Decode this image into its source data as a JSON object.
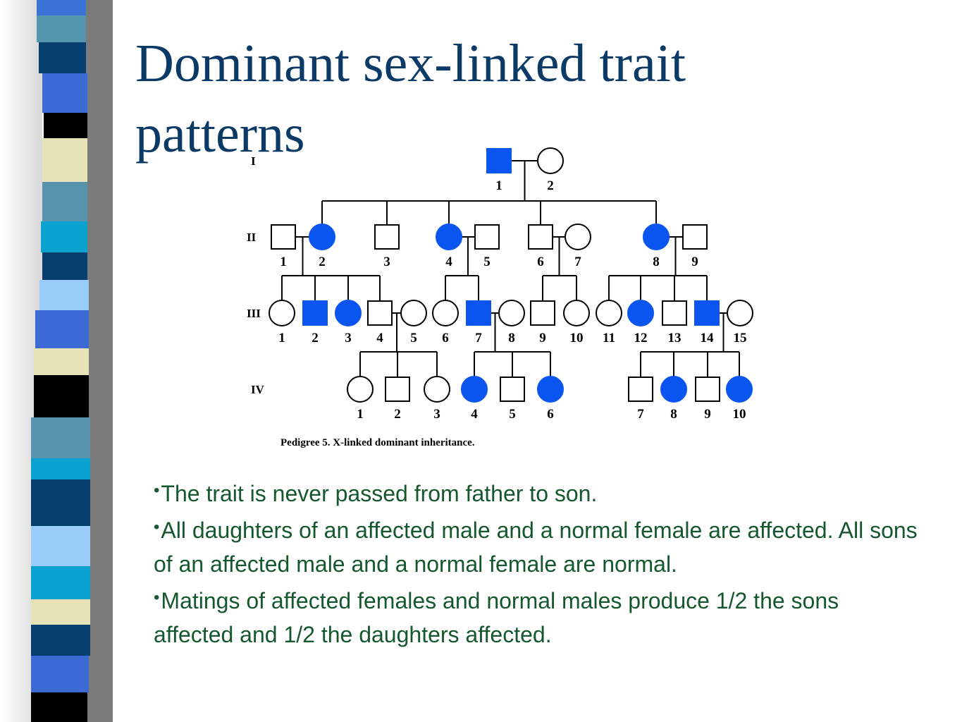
{
  "slide": {
    "title": "Dominant sex-linked trait patterns",
    "bullets": [
      "The trait is never passed from father to son.",
      "All daughters of an affected male and a normal female are affected. All sons of an affected male and a normal female are normal.",
      "Matings of affected females and normal males produce 1/2 the sons affected and 1/2 the daughters affected."
    ],
    "bullet_glyph": "•"
  },
  "pedigree": {
    "caption": "Pedigree 5. X-linked dominant inheritance.",
    "affected_color": "#0a55f0",
    "generations": [
      "I",
      "II",
      "III",
      "IV"
    ],
    "individuals": {
      "I": [
        {
          "id": "1",
          "sex": "male",
          "affected": true
        },
        {
          "id": "2",
          "sex": "female",
          "affected": false
        }
      ],
      "II": [
        {
          "id": "1",
          "sex": "male",
          "affected": false
        },
        {
          "id": "2",
          "sex": "female",
          "affected": true
        },
        {
          "id": "3",
          "sex": "male",
          "affected": false
        },
        {
          "id": "4",
          "sex": "female",
          "affected": true
        },
        {
          "id": "5",
          "sex": "male",
          "affected": false
        },
        {
          "id": "6",
          "sex": "male",
          "affected": false
        },
        {
          "id": "7",
          "sex": "female",
          "affected": false
        },
        {
          "id": "8",
          "sex": "female",
          "affected": true
        },
        {
          "id": "9",
          "sex": "male",
          "affected": false
        }
      ],
      "III": [
        {
          "id": "1",
          "sex": "female",
          "affected": false
        },
        {
          "id": "2",
          "sex": "male",
          "affected": true
        },
        {
          "id": "3",
          "sex": "female",
          "affected": true
        },
        {
          "id": "4",
          "sex": "male",
          "affected": false
        },
        {
          "id": "5",
          "sex": "female",
          "affected": false
        },
        {
          "id": "6",
          "sex": "female",
          "affected": false
        },
        {
          "id": "7",
          "sex": "male",
          "affected": true
        },
        {
          "id": "8",
          "sex": "female",
          "affected": false
        },
        {
          "id": "9",
          "sex": "male",
          "affected": false
        },
        {
          "id": "10",
          "sex": "female",
          "affected": false
        },
        {
          "id": "11",
          "sex": "female",
          "affected": false
        },
        {
          "id": "12",
          "sex": "female",
          "affected": true
        },
        {
          "id": "13",
          "sex": "male",
          "affected": false
        },
        {
          "id": "14",
          "sex": "male",
          "affected": true
        },
        {
          "id": "15",
          "sex": "female",
          "affected": false
        }
      ],
      "IV": [
        {
          "id": "1",
          "sex": "female",
          "affected": false
        },
        {
          "id": "2",
          "sex": "male",
          "affected": false
        },
        {
          "id": "3",
          "sex": "female",
          "affected": false
        },
        {
          "id": "4",
          "sex": "female",
          "affected": true
        },
        {
          "id": "5",
          "sex": "male",
          "affected": false
        },
        {
          "id": "6",
          "sex": "female",
          "affected": true
        },
        {
          "id": "7",
          "sex": "male",
          "affected": false
        },
        {
          "id": "8",
          "sex": "female",
          "affected": true
        },
        {
          "id": "9",
          "sex": "male",
          "affected": false
        },
        {
          "id": "10",
          "sex": "female",
          "affected": true
        }
      ]
    }
  }
}
